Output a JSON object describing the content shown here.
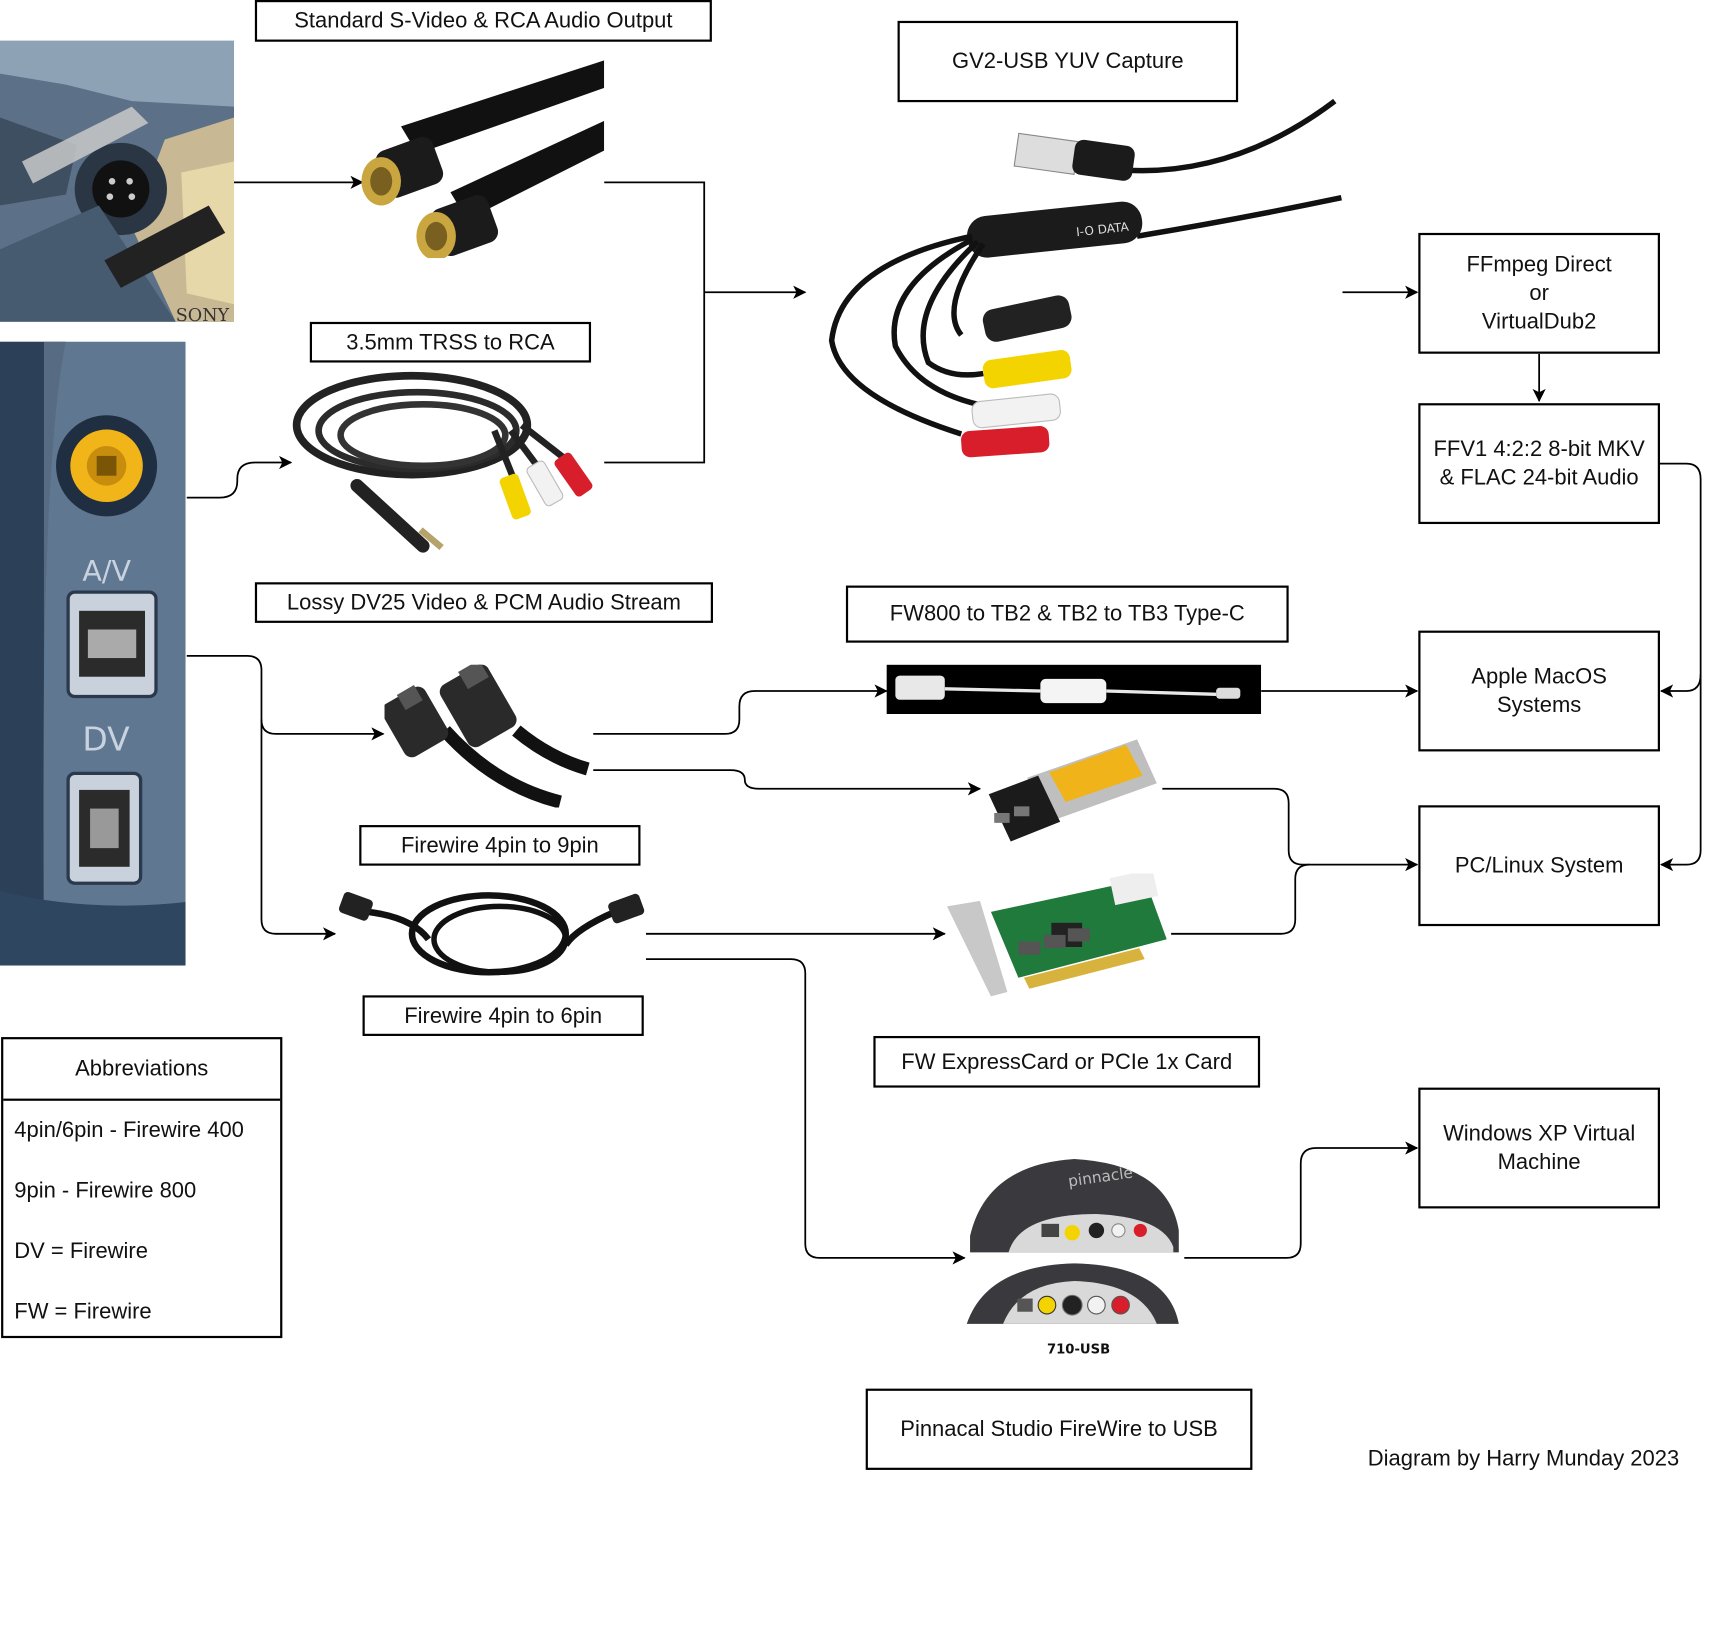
{
  "labels": {
    "svideo": "Standard S-Video & RCA Audio Output",
    "trss": "3.5mm TRSS to RCA",
    "lossy": "Lossy DV25 Video & PCM Audio Stream",
    "gv2": "GV2-USB YUV Capture",
    "ffmpeg": "FFmpeg Direct\nor\nVirtualDub2",
    "ffv1": "FFV1 4:2:2 8-bit MKV\n& FLAC 24-bit Audio",
    "fw800": "FW800 to TB2 & TB2 to TB3 Type-C",
    "macos": "Apple MacOS\nSystems",
    "pclinux": "PC/Linux System",
    "fw4to9": "Firewire 4pin to 9pin",
    "fw4to6": "Firewire 4pin to 6pin",
    "fwcard": "FW ExpressCard or PCIe 1x Card",
    "winxp": "Windows XP Virtual\nMachine",
    "pinnacle": "Pinnacal Studio FireWire to USB",
    "credit": "Diagram by Harry Munday 2023"
  },
  "abbreviations": {
    "title": "Abbreviations",
    "items": [
      "4pin/6pin - Firewire 400",
      "9pin - Firewire 800",
      "DV = Firewire",
      "FW = Firewire"
    ]
  },
  "photo_text": {
    "io_data": "I-O DATA",
    "av_port": "A/V",
    "dv_port": "DV",
    "pinnacle_brand": "pinnacle",
    "pinnacle_model": "710-USB",
    "sony": "SONY"
  },
  "colors": {
    "line": "#000000",
    "yellow": "#f4d400",
    "red": "#d81e2a",
    "white": "#f2f2f2",
    "gold": "#c9a640"
  }
}
